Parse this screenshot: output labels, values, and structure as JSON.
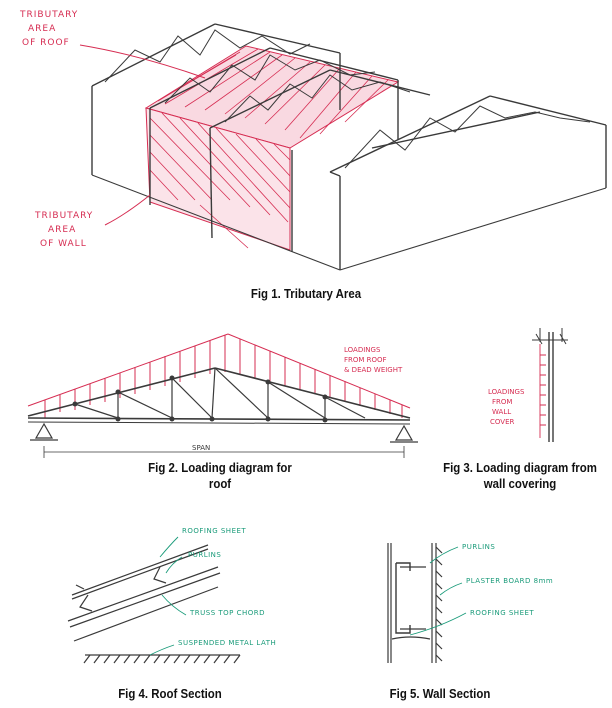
{
  "colors": {
    "ink": "#3a3a3a",
    "red": "#d62d52",
    "teal": "#1a9b7a",
    "caption": "#111111"
  },
  "fig1": {
    "caption": "Fig 1. Tributary Area",
    "roof_label": [
      "TRIBUTARY",
      "AREA",
      "OF ROOF"
    ],
    "wall_label": [
      "TRIBUTARY",
      "AREA",
      "OF WALL"
    ]
  },
  "fig2": {
    "caption_line1": "Fig 2. Loading diagram for",
    "caption_line2": "roof",
    "load_note": [
      "LOADINGS",
      "FROM ROOF",
      "& DEAD WEIGHT"
    ],
    "span_label": "SPAN"
  },
  "fig3": {
    "caption_line1": "Fig 3. Loading diagram from",
    "caption_line2": "wall covering",
    "load_note": [
      "LOADINGS",
      "FROM",
      "WALL",
      "COVER"
    ]
  },
  "fig4": {
    "caption": "Fig 4. Roof Section",
    "labels": [
      "ROOFING SHEET",
      "PURLINS",
      "TRUSS TOP CHORD",
      "SUSPENDED METAL LATH"
    ]
  },
  "fig5": {
    "caption": "Fig 5. Wall Section",
    "labels": [
      "PURLINS",
      "PLASTER BOARD 8mm",
      "ROOFING SHEET"
    ]
  }
}
